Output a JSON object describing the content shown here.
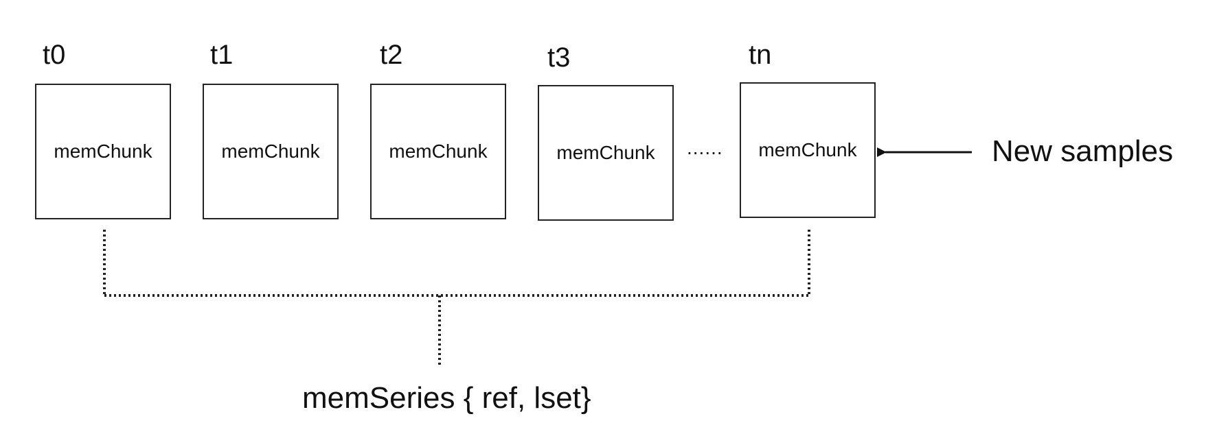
{
  "chunks": [
    {
      "time_label": "t0",
      "label": "memChunk"
    },
    {
      "time_label": "t1",
      "label": "memChunk"
    },
    {
      "time_label": "t2",
      "label": "memChunk"
    },
    {
      "time_label": "t3",
      "label": "memChunk"
    },
    {
      "time_label": "tn",
      "label": "memChunk"
    }
  ],
  "ellipsis": "......",
  "incoming": "New samples",
  "series": "memSeries { ref, lset}"
}
